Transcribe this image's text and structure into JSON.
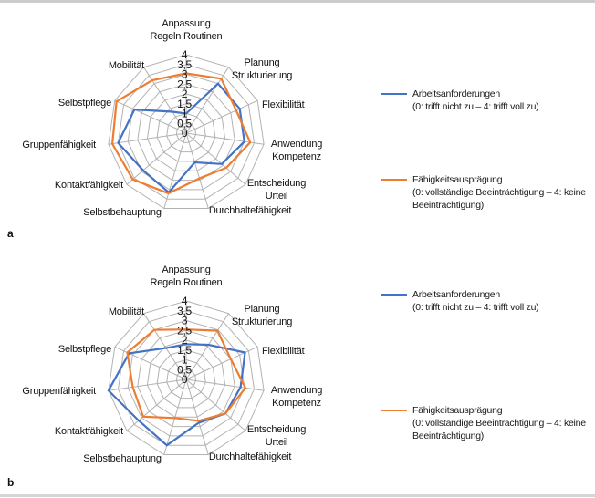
{
  "page": {
    "panel_a_label": "a",
    "panel_b_label": "b"
  },
  "legend": {
    "series": [
      {
        "name": "Arbeitsanforderungen",
        "color": "#4472c4",
        "note_lines": [
          "(0: trifft nicht zu – 4: trifft voll zu)"
        ]
      },
      {
        "name": "Fähigkeitsausprägung",
        "color": "#ed7d31",
        "note_lines": [
          "(0: vollständige Beeinträchtigung – 4: keine",
          "Beeinträchtigung)"
        ]
      }
    ]
  },
  "chart_data": [
    {
      "id": "a",
      "type": "radar",
      "axis_range": [
        0,
        4
      ],
      "tick_step": 0.5,
      "tick_labels": [
        "0",
        "0,5",
        "1",
        "1,5",
        "2",
        "2,5",
        "3",
        "3,5",
        "4"
      ],
      "grid_color": "#b2b2b2",
      "categories": [
        [
          "Anpassung",
          "Regeln Routinen"
        ],
        [
          "Planung",
          "Strukturierung"
        ],
        [
          "Flexibilität"
        ],
        [
          "Anwendung",
          "Kompetenz"
        ],
        [
          "Entscheidung",
          "Urteil"
        ],
        [
          "Durchhaltefähigkeit"
        ],
        [
          "Selbstbehauptung"
        ],
        [
          "Kontaktfähigkeit"
        ],
        [
          "Gruppenfähigkeit"
        ],
        [
          "Selbstpflege"
        ],
        [
          "Mobilität"
        ]
      ],
      "series": [
        {
          "name": "Arbeitsanforderungen",
          "color": "#4472c4",
          "values": [
            1.0,
            3.0,
            3.0,
            3.0,
            2.4,
            1.55,
            3.15,
            2.9,
            3.5,
            2.9,
            1.3
          ]
        },
        {
          "name": "Fähigkeitsausprägung",
          "color": "#ed7d31",
          "values": [
            3.05,
            3.3,
            2.8,
            3.3,
            2.7,
            2.4,
            3.2,
            3.6,
            3.8,
            3.9,
            3.2
          ]
        }
      ]
    },
    {
      "id": "b",
      "type": "radar",
      "axis_range": [
        0,
        4
      ],
      "tick_step": 0.5,
      "tick_labels": [
        "0",
        "0,5",
        "1",
        "1,5",
        "2",
        "2,5",
        "3",
        "3,5",
        "4"
      ],
      "grid_color": "#b2b2b2",
      "categories": [
        [
          "Anpassung",
          "Regeln Routinen"
        ],
        [
          "Planung",
          "Strukturierung"
        ],
        [
          "Flexibilität"
        ],
        [
          "Anwendung",
          "Kompetenz"
        ],
        [
          "Entscheidung",
          "Urteil"
        ],
        [
          "Durchhaltefähigkeit"
        ],
        [
          "Selbstbehauptung"
        ],
        [
          "Kontaktfähigkeit"
        ],
        [
          "Gruppenfähigkeit"
        ],
        [
          "Selbstpflege"
        ],
        [
          "Mobilität"
        ]
      ],
      "series": [
        {
          "name": "Arbeitsanforderungen",
          "color": "#4472c4",
          "values": [
            1.8,
            2.1,
            3.3,
            2.8,
            2.65,
            2.3,
            3.5,
            3.2,
            4.0,
            3.2,
            1.9
          ]
        },
        {
          "name": "Fähigkeitsausprägung",
          "color": "#ed7d31",
          "values": [
            2.55,
            2.95,
            2.5,
            3.05,
            2.65,
            2.2,
            2.05,
            2.9,
            2.75,
            3.3,
            3.0
          ]
        }
      ]
    }
  ]
}
